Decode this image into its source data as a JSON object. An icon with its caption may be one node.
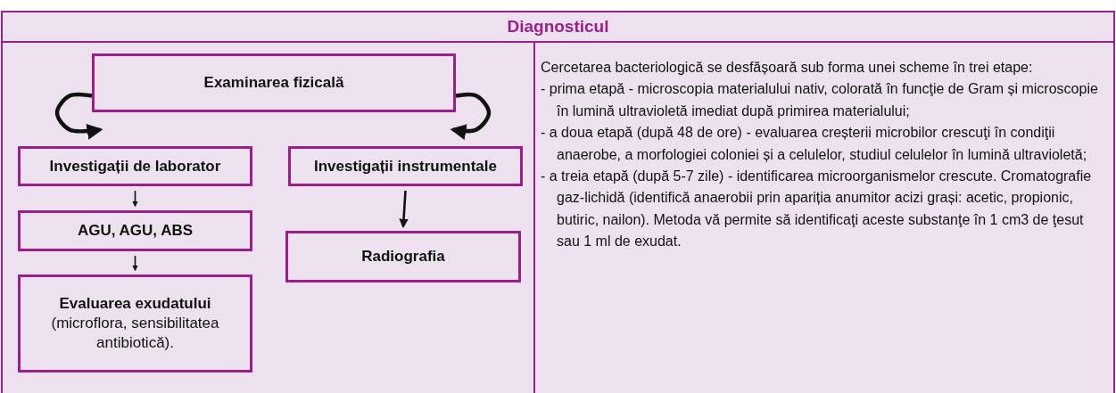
{
  "diagram": {
    "title": "Diagnosticul",
    "nodes": [
      {
        "text": [
          "Examinarea fizicală"
        ]
      },
      {
        "text": [
          "Investigații de laborator"
        ]
      },
      {
        "text": [
          "Investigații instrumentale"
        ]
      },
      {
        "text": [
          "AGU, AGU, ABS"
        ]
      },
      {
        "text": [
          "Evaluarea exudatului",
          "(microflora, sensibilitatea antibiotică)."
        ]
      },
      {
        "text": [
          "Radiografia"
        ]
      }
    ],
    "edges": [
      {
        "from": 0,
        "to": 1,
        "arrow": "to"
      },
      {
        "from": 0,
        "to": 2,
        "arrow": "to"
      },
      {
        "from": 1,
        "to": 3,
        "arrow": "to"
      },
      {
        "from": 3,
        "to": 4,
        "arrow": "to"
      },
      {
        "from": 2,
        "to": 5,
        "arrow": "to"
      }
    ],
    "labels": [
      "Cercetarea bacteriologică se desfășoară sub forma unei scheme în trei etape:",
      "- prima etapă - microscopia materialului nativ, colorată în funcţie de Gram și microscopie în lumină ultravioletă imediat după primirea materialului;",
      "- a doua etapă (după 48 de ore) - evaluarea creșterii microbilor crescuţi în condiţii anaerobe, a morfologiei coloniei și a celulelor, studiul celulelor în lumină ultravioletă;",
      "- a treia etapă (după 5-7 zile) - identificarea microorganismelor crescute. Cromatografie gaz-lichidă (identifică anaerobii prin apariția anumitor acizi grași: acetic, propionic, butiric, nailon). Metoda vă permite să identificaţi aceste substanţe în 1 cm3 de ţesut sau 1 ml de exudat."
    ]
  }
}
